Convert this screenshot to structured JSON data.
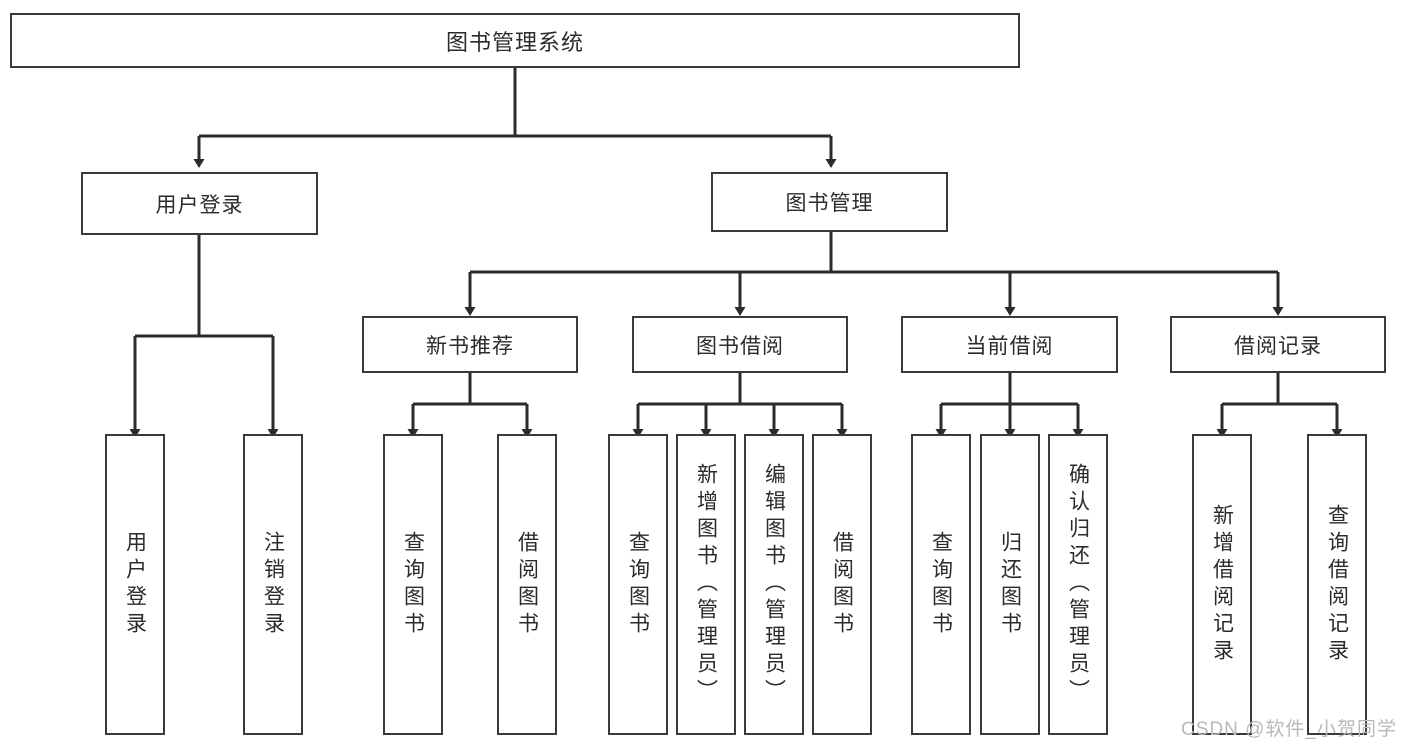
{
  "diagram": {
    "title": "图书管理系统",
    "type": "tree",
    "colors": {
      "box_border": "#3a3a3a",
      "box_fill": "#ffffff",
      "connector": "#2b2b2b",
      "text": "#2b2b2b",
      "watermark": "#b9b9b9"
    },
    "root": {
      "id": "root",
      "label": "图书管理系统"
    },
    "level1": [
      {
        "id": "user-login",
        "label": "用户登录"
      },
      {
        "id": "book-manage",
        "label": "图书管理"
      }
    ],
    "level2": [
      {
        "id": "new-book-recommend",
        "label": "新书推荐",
        "parent": "book-manage"
      },
      {
        "id": "book-borrow",
        "label": "图书借阅",
        "parent": "book-manage"
      },
      {
        "id": "current-borrow",
        "label": "当前借阅",
        "parent": "book-manage"
      },
      {
        "id": "borrow-record",
        "label": "借阅记录",
        "parent": "book-manage"
      }
    ],
    "leaves": [
      {
        "id": "leaf-user-login",
        "label": "用户登录",
        "parent": "user-login"
      },
      {
        "id": "leaf-logout-login",
        "label": "注销登录",
        "parent": "user-login"
      },
      {
        "id": "leaf-query-book-1",
        "label": "查询图书",
        "parent": "new-book-recommend"
      },
      {
        "id": "leaf-borrow-book-1",
        "label": "借阅图书",
        "parent": "new-book-recommend"
      },
      {
        "id": "leaf-query-book-2",
        "label": "查询图书",
        "parent": "book-borrow"
      },
      {
        "id": "leaf-add-book",
        "label": "新增图书（管理员）",
        "parent": "book-borrow"
      },
      {
        "id": "leaf-edit-book",
        "label": "编辑图书（管理员）",
        "parent": "book-borrow"
      },
      {
        "id": "leaf-borrow-book-2",
        "label": "借阅图书",
        "parent": "book-borrow"
      },
      {
        "id": "leaf-query-book-3",
        "label": "查询图书",
        "parent": "current-borrow"
      },
      {
        "id": "leaf-return-book",
        "label": "归还图书",
        "parent": "current-borrow"
      },
      {
        "id": "leaf-confirm-return",
        "label": "确认归还（管理员）",
        "parent": "current-borrow"
      },
      {
        "id": "leaf-add-record",
        "label": "新增借阅记录",
        "parent": "borrow-record"
      },
      {
        "id": "leaf-query-record",
        "label": "查询借阅记录",
        "parent": "borrow-record"
      }
    ],
    "watermark": "CSDN @软件_小贺同学"
  }
}
